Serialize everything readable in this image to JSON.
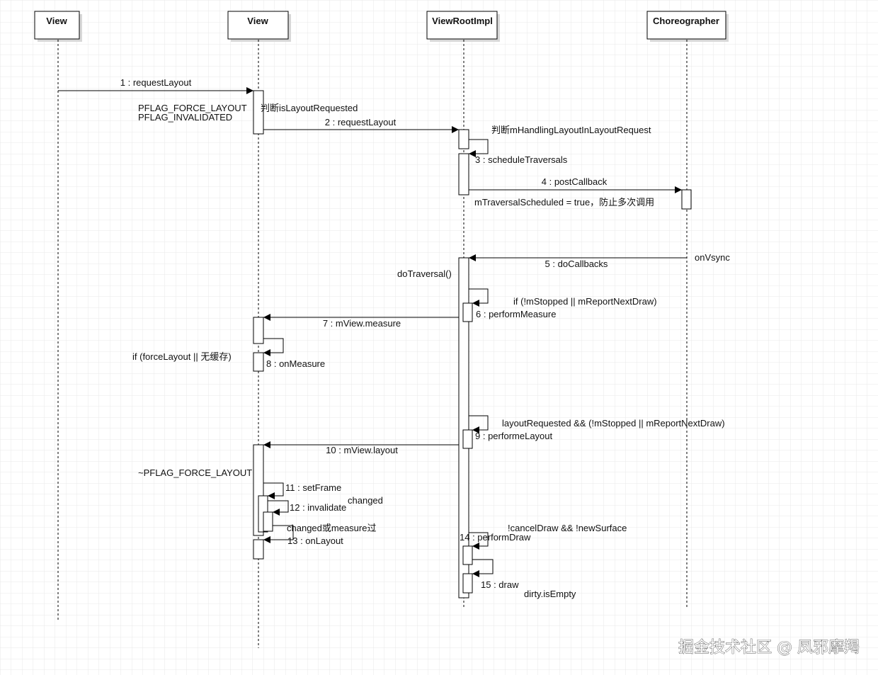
{
  "participants": {
    "view1": "View",
    "view2": "View",
    "viewrootimpl": "ViewRootImpl",
    "choreographer": "Choreographer"
  },
  "messages": {
    "m1": "1 : requestLayout",
    "m2": "2 : requestLayout",
    "m3": "3 : scheduleTraversals",
    "m4": "4 : postCallback",
    "m5": "5 : doCallbacks",
    "m6": "6 : performMeasure",
    "m7": "7 : mView.measure",
    "m8": "8 : onMeasure",
    "m9": "9 : performeLayout",
    "m10": "10 : mView.layout",
    "m11": "11 : setFrame",
    "m12": "12 : invalidate",
    "m13": "13 : onLayout",
    "m14": "14 : performDraw",
    "m15": "15 : draw"
  },
  "notes": {
    "force_layout": "PFLAG_FORCE_LAYOUT",
    "invalidated": "PFLAG_INVALIDATED",
    "judge_layout_requested": "判断isLayoutRequested",
    "judge_handling": "判断mHandlingLayoutInLayoutRequest",
    "traversal_scheduled": "mTraversalScheduled = true，防止多次调用",
    "onvsync": "onVsync",
    "do_traversal": "doTraversal()",
    "if_stopped": "if (!mStopped || mReportNextDraw)",
    "if_force_layout": "if (forceLayout || 无缓存)",
    "layout_requested_cond": "layoutRequested && (!mStopped || mReportNextDraw)",
    "not_force_layout": "~PFLAG_FORCE_LAYOUT",
    "changed": "changed",
    "changed_or_measure": "changed或measure过",
    "cancel_draw": "!cancelDraw && !newSurface",
    "dirty_empty": "dirty.isEmpty"
  },
  "watermark": "掘金技术社区 @ 凤邪摩羯"
}
